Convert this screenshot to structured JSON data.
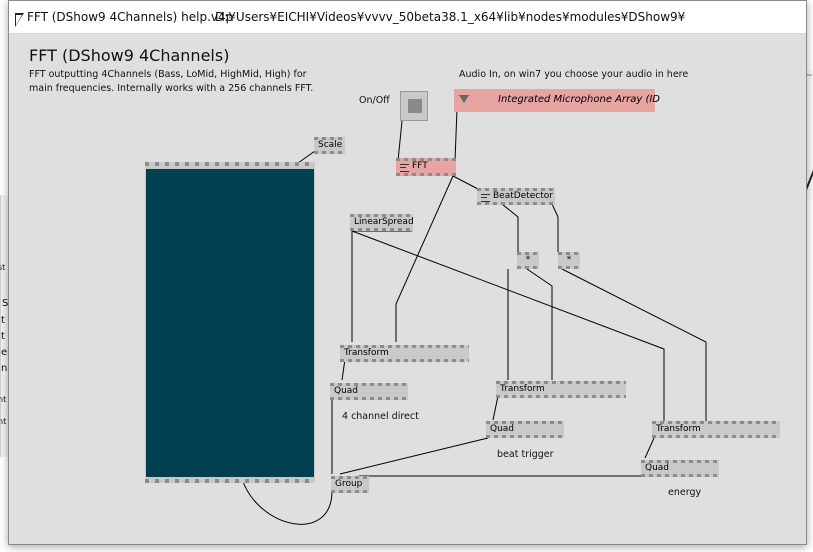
{
  "window": {
    "title": "FFT (DShow9 4Channels) help.v4p",
    "path": "D:¥Users¥EICHI¥Videos¥vvvv_50beta38.1_x64¥lib¥nodes¥modules¥DShow9¥"
  },
  "patch": {
    "heading": "FFT (DShow9 4Channels)",
    "description_line1": "FFT outputting 4Channels (Bass, LoMid, HighMid, High) for",
    "description_line2": "main frequencies. Internally works with a 256 channels FFT.",
    "audio_comment": "Audio In, on win7 you choose your audio in here",
    "onoff_label": "On/Off",
    "audio_device": "Integrated Microphone Array (ID",
    "comment_direct": "4 channel direct",
    "comment_beat": "beat trigger",
    "comment_energy": "energy"
  },
  "nodes": {
    "scale": "Scale",
    "fft": "FFT",
    "beatdetector": "BeatDetector",
    "linearspread": "LinearSpread",
    "multiply1": "*",
    "multiply2": "*",
    "transform1": "Transform",
    "transform2": "Transform",
    "transform3": "Transform",
    "quad1": "Quad",
    "quad2": "Quad",
    "quad3": "Quad",
    "group": "Group"
  },
  "background_window": {
    "fragments": [
      "st",
      "S",
      "t",
      "t",
      "e",
      "n",
      "nt",
      "nt"
    ]
  },
  "colors": {
    "renderer": "#004050",
    "fft_node": "#e8a3a3",
    "node": "#c9c9c9",
    "patch_bg": "#dfdfdf"
  }
}
